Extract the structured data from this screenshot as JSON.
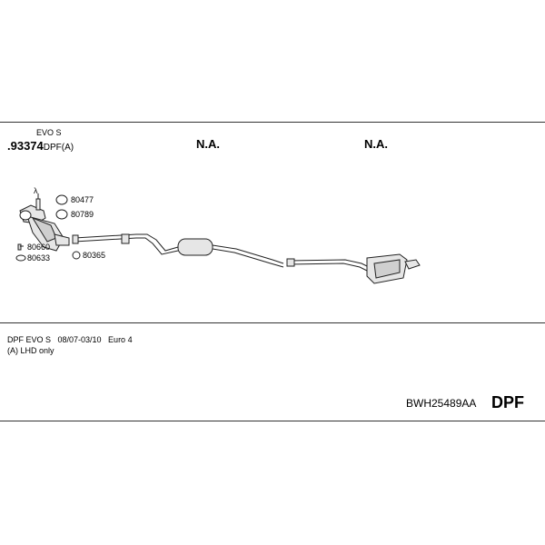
{
  "header": {
    "variant_label": "EVO S",
    "part_number": ".93374",
    "part_suffix": "DPF(A)",
    "na_middle": "N.A.",
    "na_right": "N.A."
  },
  "parts": {
    "p80477": "80477",
    "p80789": "80789",
    "p80660": "80660",
    "p80633": "80633",
    "p80365": "80365",
    "lambda": "λ"
  },
  "info": {
    "line1": "DPF EVO S   08/07-03/10   Euro 4",
    "line2": "(A) LHD only"
  },
  "footer": {
    "code": "BWH25489AA",
    "badge": "DPF"
  },
  "colors": {
    "line": "#333333",
    "part_fill": "#e6e6e6",
    "part_stroke": "#222222"
  }
}
